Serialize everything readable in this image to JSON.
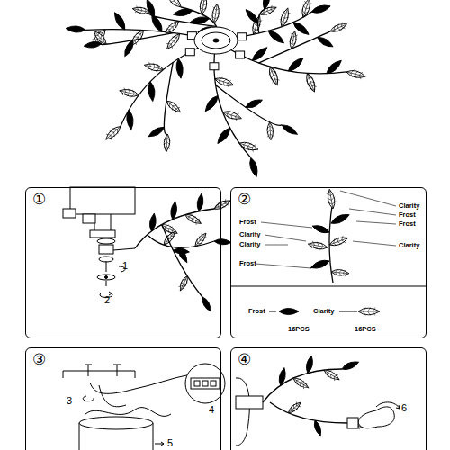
{
  "diagram": {
    "nodes": [
      {
        "text": [
          "①"
        ]
      },
      {
        "text": [
          "②"
        ]
      },
      {
        "text": [
          "③"
        ]
      },
      {
        "text": [
          "④"
        ]
      }
    ],
    "labels": [
      "Clarity",
      "Frost",
      "Frost",
      "Clarity",
      "Frost",
      "Clarity",
      "Clarity",
      "Frost",
      "Frost",
      "Clarity",
      "16PCS",
      "16PCS",
      "1",
      "2",
      "3",
      "4",
      "5",
      "6"
    ]
  }
}
